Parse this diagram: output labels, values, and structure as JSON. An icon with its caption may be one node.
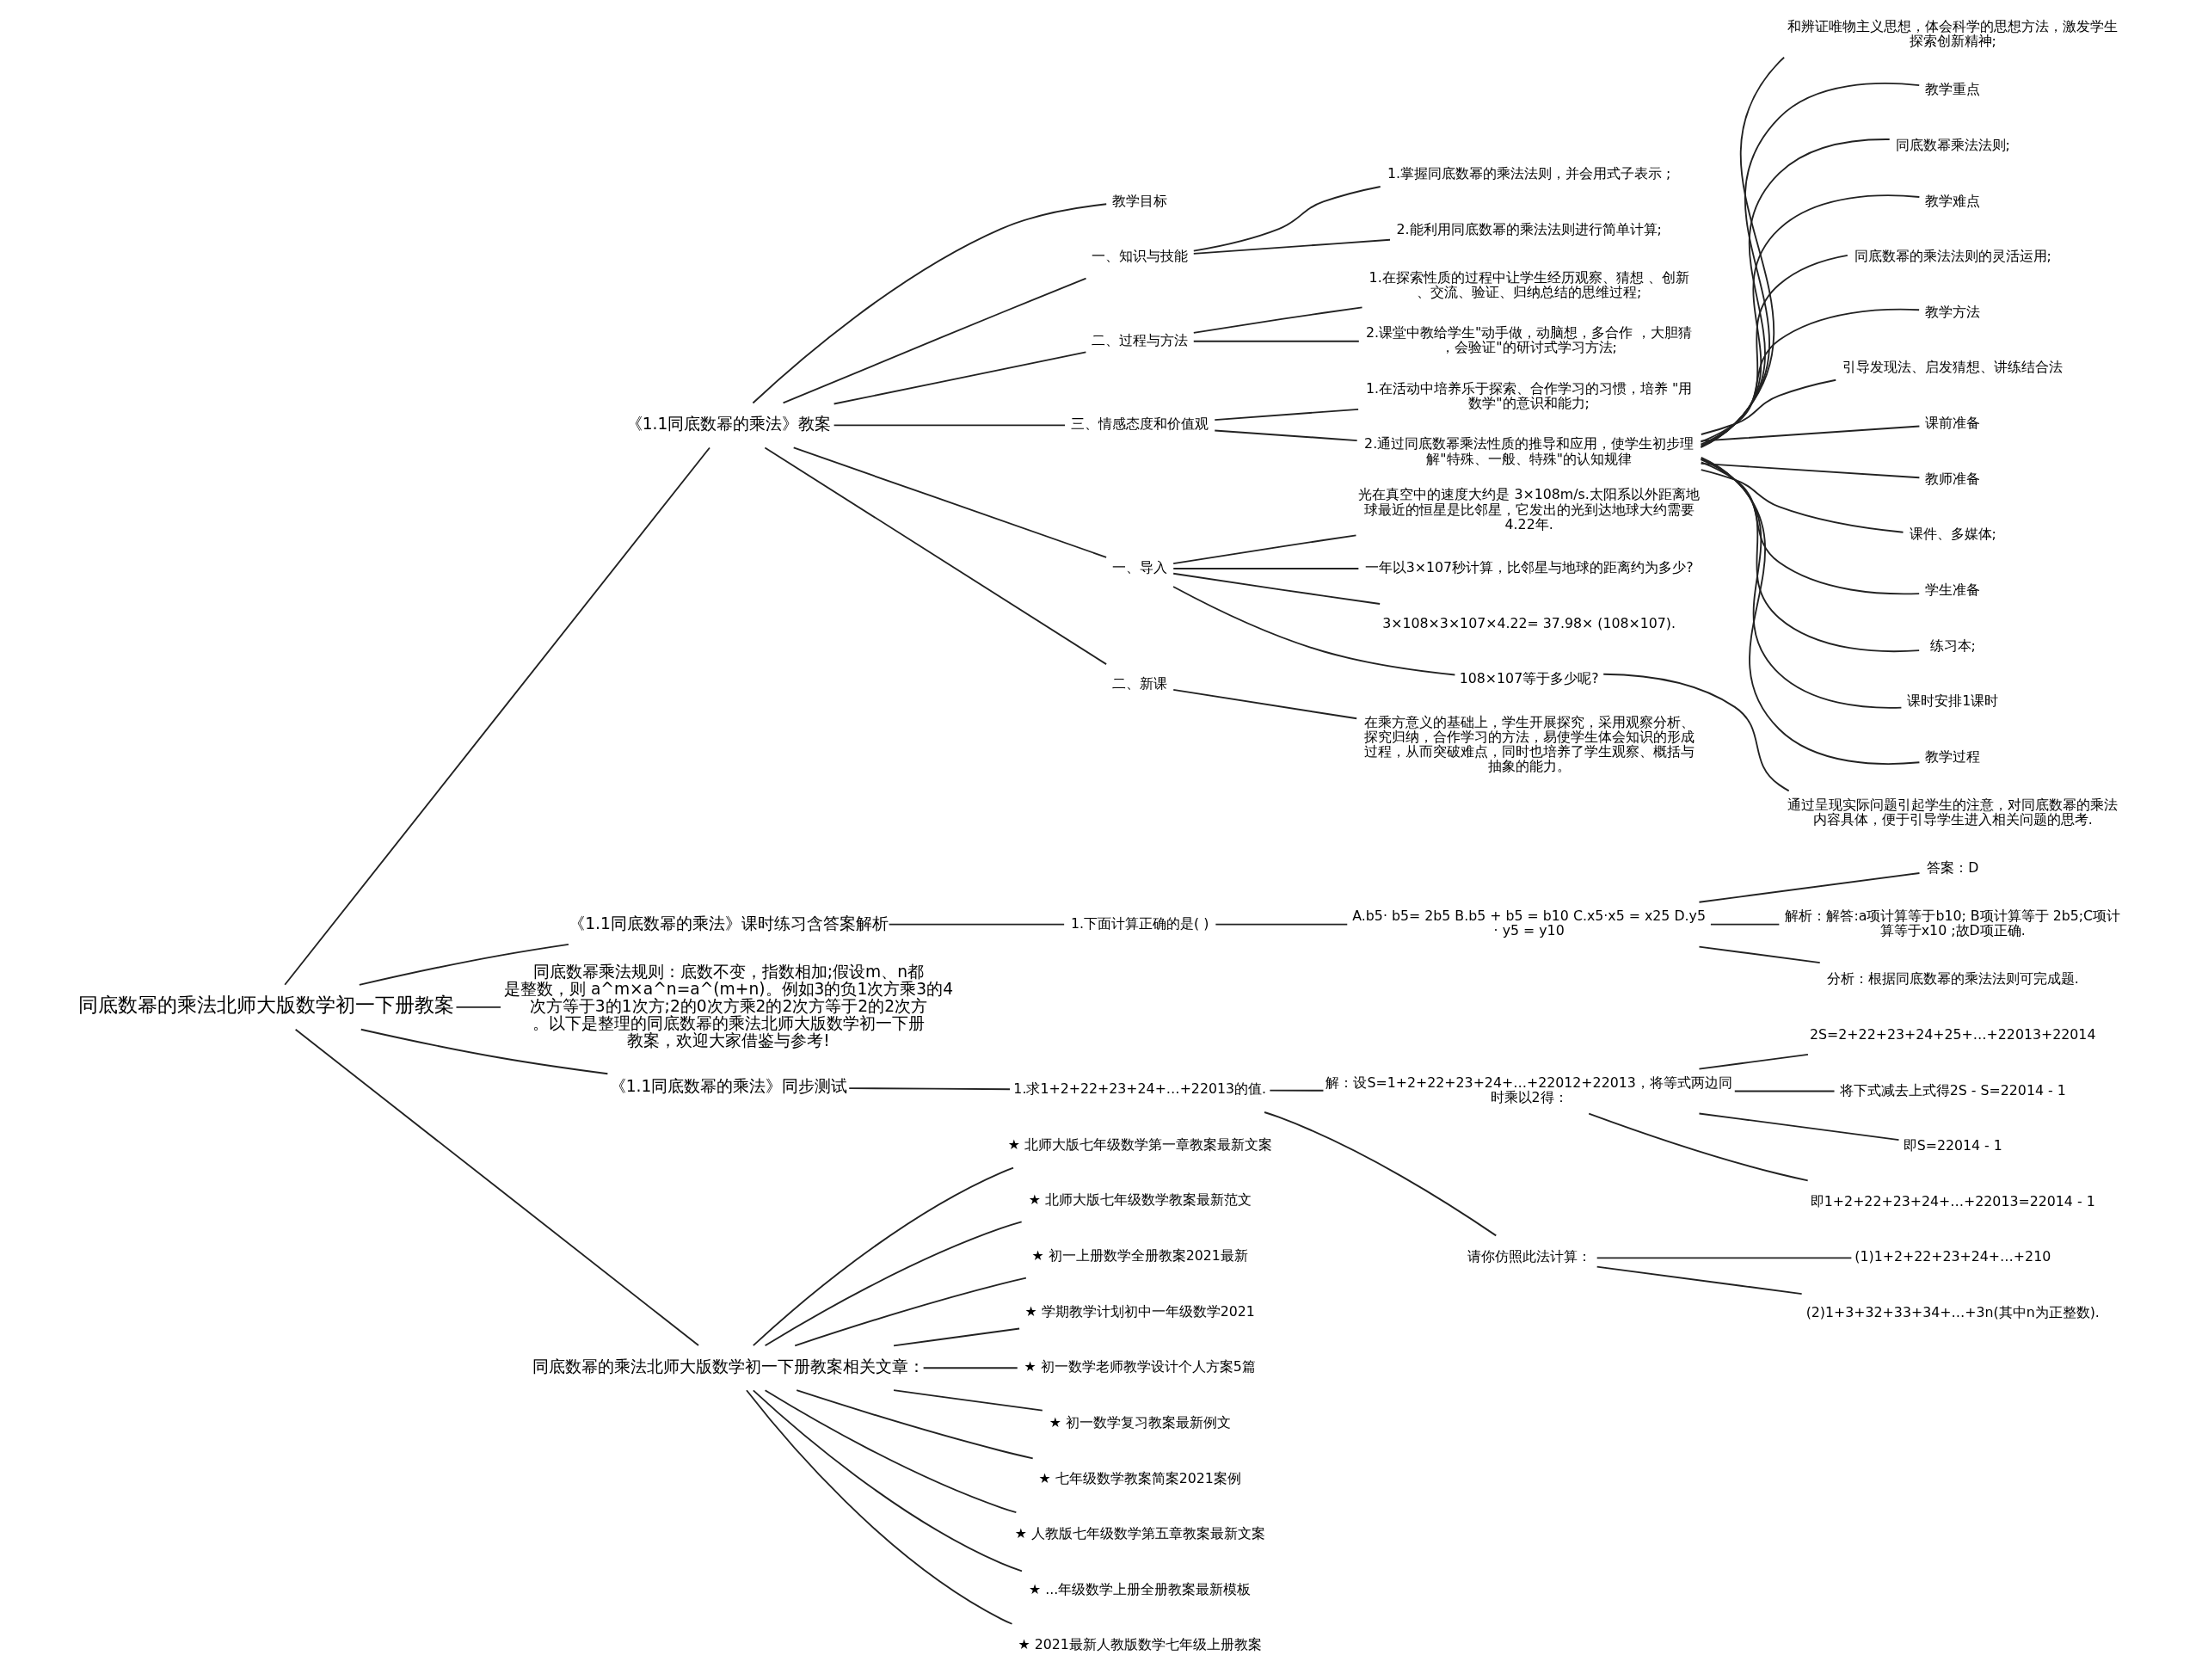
{
  "diagram": {
    "nodes": [
      {
        "text": [
          "同底数幂的乘法北师大版数学初一下册教案"
        ]
      },
      {
        "text": [
          "《1.1同底数幂的乘法》教案"
        ]
      },
      {
        "text": [
          "教学目标"
        ]
      },
      {
        "text": [
          "一、知识与技能"
        ]
      },
      {
        "text": [
          "1.掌握同底数幂的乘法法则，并会用式子表示 ;"
        ]
      },
      {
        "text": [
          "2.能利用同底数幂的乘法法则进行简单计算;"
        ]
      },
      {
        "text": [
          "二、过程与方法"
        ]
      },
      {
        "text": [
          "1.在探索性质的过程中让学生经历观察、猜想 、创新、交流、验证、归纳总结的思维过程;"
        ]
      },
      {
        "text": [
          "2.课堂中教给学生\"动手做，动脑想，多合作 ，大胆猜，会验证\"的研讨式学习方法;"
        ]
      },
      {
        "text": [
          "三、情感态度和价值观"
        ]
      },
      {
        "text": [
          "1.在活动中培养乐于探索、合作学习的习惯，培养 \"用数学\"的意识和能力;"
        ]
      },
      {
        "text": [
          "2.通过同底数幂乘法性质的推导和应用，使学生初步理解\"特殊、一般、特殊\"的认知规律"
        ]
      },
      {
        "text": [
          "和辨证唯物主义思想，体会科学的思想方法，激发学生探索创新精神;"
        ]
      },
      {
        "text": [
          "教学重点"
        ]
      },
      {
        "text": [
          "同底数幂乘法法则;"
        ]
      },
      {
        "text": [
          "教学难点"
        ]
      },
      {
        "text": [
          "同底数幂的乘法法则的灵活运用;"
        ]
      },
      {
        "text": [
          "教学方法"
        ]
      },
      {
        "text": [
          "引导发现法、启发猜想、讲练结合法"
        ]
      },
      {
        "text": [
          "课前准备"
        ]
      },
      {
        "text": [
          "教师准备"
        ]
      },
      {
        "text": [
          "课件、多媒体;"
        ]
      },
      {
        "text": [
          "学生准备"
        ]
      },
      {
        "text": [
          "练习本;"
        ]
      },
      {
        "text": [
          "课时安排1课时"
        ]
      },
      {
        "text": [
          "教学过程"
        ]
      },
      {
        "text": [
          "一、导入"
        ]
      },
      {
        "text": [
          "光在真空中的速度大约是 3×108m/s.太阳系以外距离地球最近的恒星是比邻星，它发出的光到达地球大约需要4.22年."
        ]
      },
      {
        "text": [
          "一年以3×107秒计算，比邻星与地球的距离约为多少?"
        ]
      },
      {
        "text": [
          "3×108×3×107×4.22= 37.98× (108×107)."
        ]
      },
      {
        "text": [
          "108×107等于多少呢?"
        ]
      },
      {
        "text": [
          "通过呈现实际问题引起学生的注意，对同底数幂的乘法内容具体，便于引导学生进入相关问题的思考."
        ]
      },
      {
        "text": [
          "二、新课"
        ]
      },
      {
        "text": [
          "在乘方意义的基础上，学生开展探究，采用观察分析、探究归纳，合作学习的方法，易使学生体会知识的形成过程，从而突破难点，同时也培养了学生观察、概括与抽象的能力。"
        ]
      },
      {
        "text": [
          "《1.1同底数幂的乘法》课时练习含答案解析"
        ]
      },
      {
        "text": [
          "1.下面计算正确的是( )"
        ]
      },
      {
        "text": [
          "A.b5· b5= 2b5 B.b5 + b5 = b10 C.x5·x5 = x25 D.y5 · y5 = y10"
        ]
      },
      {
        "text": [
          "答案：D"
        ]
      },
      {
        "text": [
          "解析：解答:a项计算等于b10; B项计算等于 2b5;C项计算等于x10 ;故D项正确."
        ]
      },
      {
        "text": [
          "分析：根据同底数幂的乘法法则可完成题."
        ]
      },
      {
        "text": [
          "同底数幂乘法规则：底数不变，指数相加;假设m、n都是整数，则 a^m×a^n=a^(m+n)。例如3的负1次方乘3的4次方等于3的1次方;2的0次方乘2的2次方等于2的2次方。以下是整理的同底数幂的乘法北师大版数学初一下册教案，欢迎大家借鉴与参考!"
        ]
      },
      {
        "text": [
          "《1.1同底数幂的乘法》同步测试"
        ]
      },
      {
        "text": [
          "1.求1+2+22+23+24+…+22013的值."
        ]
      },
      {
        "text": [
          "解：设S=1+2+22+23+24+…+22012+22013，将等式两边同时乘以2得："
        ]
      },
      {
        "text": [
          "2S=2+22+23+24+25+…+22013+22014"
        ]
      },
      {
        "text": [
          "将下式减去上式得2S - S=22014 - 1"
        ]
      },
      {
        "text": [
          "即S=22014 - 1"
        ]
      },
      {
        "text": [
          "即1+2+22+23+24+…+22013=22014 - 1"
        ]
      },
      {
        "text": [
          "请你仿照此法计算："
        ]
      },
      {
        "text": [
          "(1)1+2+22+23+24+…+210"
        ]
      },
      {
        "text": [
          "(2)1+3+32+33+34+…+3n(其中n为正整数)."
        ]
      },
      {
        "text": [
          "同底数幂的乘法北师大版数学初一下册教案相关文章："
        ]
      },
      {
        "text": [
          "★ 北师大版七年级数学第一章教案最新文案"
        ]
      },
      {
        "text": [
          "★ 北师大版七年级数学教案最新范文"
        ]
      },
      {
        "text": [
          "★ 初一上册数学全册教案2021最新"
        ]
      },
      {
        "text": [
          "★ 学期教学计划初中一年级数学2021"
        ]
      },
      {
        "text": [
          "★ 初一数学老师教学设计个人方案5篇"
        ]
      },
      {
        "text": [
          "★ 初一数学复习教案最新例文"
        ]
      },
      {
        "text": [
          "★ 七年级数学教案简案2021案例"
        ]
      },
      {
        "text": [
          "★ 人教版七年级数学第五章教案最新文案"
        ]
      },
      {
        "text": [
          "★ ...年级数学上册全册教案最新模板"
        ]
      },
      {
        "text": [
          "★ 2021最新人教版数学七年级上册教案"
        ]
      }
    ],
    "edges": [
      {
        "from": 0,
        "to": 1,
        "arrow": "none"
      },
      {
        "from": 1,
        "to": 2,
        "arrow": "none"
      },
      {
        "from": 1,
        "to": 3,
        "arrow": "none"
      },
      {
        "from": 3,
        "to": 4,
        "arrow": "none"
      },
      {
        "from": 3,
        "to": 5,
        "arrow": "none"
      },
      {
        "from": 1,
        "to": 6,
        "arrow": "none"
      },
      {
        "from": 6,
        "to": 7,
        "arrow": "none"
      },
      {
        "from": 6,
        "to": 8,
        "arrow": "none"
      },
      {
        "from": 1,
        "to": 9,
        "arrow": "none"
      },
      {
        "from": 9,
        "to": 10,
        "arrow": "none"
      },
      {
        "from": 9,
        "to": 11,
        "arrow": "none"
      },
      {
        "from": 11,
        "to": 12,
        "arrow": "none"
      },
      {
        "from": 11,
        "to": 13,
        "arrow": "none"
      },
      {
        "from": 11,
        "to": 14,
        "arrow": "none"
      },
      {
        "from": 11,
        "to": 15,
        "arrow": "none"
      },
      {
        "from": 11,
        "to": 16,
        "arrow": "none"
      },
      {
        "from": 11,
        "to": 17,
        "arrow": "none"
      },
      {
        "from": 11,
        "to": 18,
        "arrow": "none"
      },
      {
        "from": 11,
        "to": 19,
        "arrow": "none"
      },
      {
        "from": 11,
        "to": 20,
        "arrow": "none"
      },
      {
        "from": 11,
        "to": 21,
        "arrow": "none"
      },
      {
        "from": 11,
        "to": 22,
        "arrow": "none"
      },
      {
        "from": 11,
        "to": 23,
        "arrow": "none"
      },
      {
        "from": 11,
        "to": 24,
        "arrow": "none"
      },
      {
        "from": 11,
        "to": 25,
        "arrow": "none"
      },
      {
        "from": 1,
        "to": 26,
        "arrow": "none"
      },
      {
        "from": 26,
        "to": 27,
        "arrow": "none"
      },
      {
        "from": 26,
        "to": 28,
        "arrow": "none"
      },
      {
        "from": 26,
        "to": 29,
        "arrow": "none"
      },
      {
        "from": 26,
        "to": 30,
        "arrow": "none"
      },
      {
        "from": 30,
        "to": 31,
        "arrow": "none"
      },
      {
        "from": 1,
        "to": 32,
        "arrow": "none"
      },
      {
        "from": 32,
        "to": 33,
        "arrow": "none"
      },
      {
        "from": 0,
        "to": 34,
        "arrow": "none"
      },
      {
        "from": 34,
        "to": 35,
        "arrow": "none"
      },
      {
        "from": 35,
        "to": 36,
        "arrow": "none"
      },
      {
        "from": 36,
        "to": 37,
        "arrow": "none"
      },
      {
        "from": 36,
        "to": 38,
        "arrow": "none"
      },
      {
        "from": 36,
        "to": 39,
        "arrow": "none"
      },
      {
        "from": 0,
        "to": 40,
        "arrow": "none"
      },
      {
        "from": 0,
        "to": 41,
        "arrow": "none"
      },
      {
        "from": 41,
        "to": 42,
        "arrow": "none"
      },
      {
        "from": 42,
        "to": 43,
        "arrow": "none"
      },
      {
        "from": 43,
        "to": 44,
        "arrow": "none"
      },
      {
        "from": 43,
        "to": 45,
        "arrow": "none"
      },
      {
        "from": 43,
        "to": 46,
        "arrow": "none"
      },
      {
        "from": 43,
        "to": 47,
        "arrow": "none"
      },
      {
        "from": 42,
        "to": 48,
        "arrow": "none"
      },
      {
        "from": 48,
        "to": 49,
        "arrow": "none"
      },
      {
        "from": 48,
        "to": 50,
        "arrow": "none"
      },
      {
        "from": 0,
        "to": 51,
        "arrow": "none"
      },
      {
        "from": 51,
        "to": 52,
        "arrow": "none"
      },
      {
        "from": 51,
        "to": 53,
        "arrow": "none"
      },
      {
        "from": 51,
        "to": 54,
        "arrow": "none"
      },
      {
        "from": 51,
        "to": 55,
        "arrow": "none"
      },
      {
        "from": 51,
        "to": 56,
        "arrow": "none"
      },
      {
        "from": 51,
        "to": 57,
        "arrow": "none"
      },
      {
        "from": 51,
        "to": 58,
        "arrow": "none"
      },
      {
        "from": 51,
        "to": 59,
        "arrow": "none"
      },
      {
        "from": 51,
        "to": 60,
        "arrow": "none"
      },
      {
        "from": 51,
        "to": 61,
        "arrow": "none"
      }
    ]
  }
}
